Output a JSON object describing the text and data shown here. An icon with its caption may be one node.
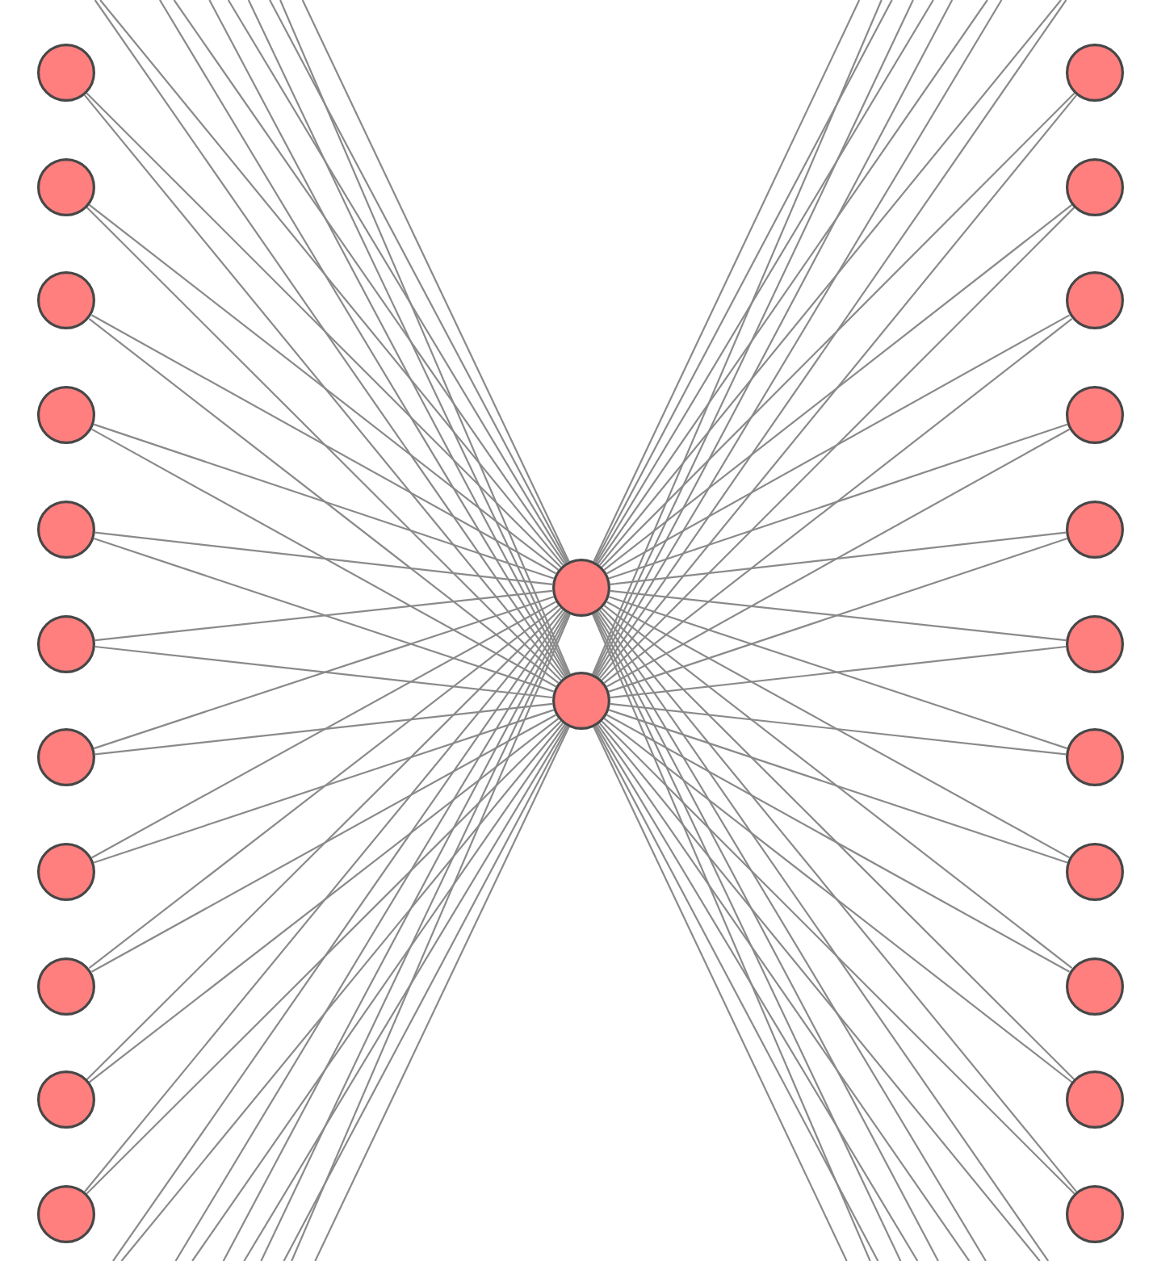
{
  "diagram": {
    "nodes": [
      {
        "text": [],
        "shape": "circle"
      },
      {
        "text": [],
        "shape": "circle"
      },
      {
        "text": [],
        "shape": "circle"
      },
      {
        "text": [],
        "shape": "circle"
      },
      {
        "text": [],
        "shape": "circle"
      },
      {
        "text": [],
        "shape": "circle"
      },
      {
        "text": [],
        "shape": "circle"
      },
      {
        "text": [],
        "shape": "circle"
      },
      {
        "text": [],
        "shape": "circle"
      },
      {
        "text": [],
        "shape": "circle"
      },
      {
        "text": [],
        "shape": "circle"
      },
      {
        "text": [],
        "shape": "circle"
      },
      {
        "text": [],
        "shape": "circle"
      },
      {
        "text": [],
        "shape": "circle"
      },
      {
        "text": [],
        "shape": "circle"
      },
      {
        "text": [],
        "shape": "circle"
      },
      {
        "text": [],
        "shape": "circle"
      },
      {
        "text": [],
        "shape": "circle"
      },
      {
        "text": [],
        "shape": "circle"
      },
      {
        "text": [],
        "shape": "circle"
      },
      {
        "text": [],
        "shape": "circle"
      },
      {
        "text": [],
        "shape": "circle"
      },
      {
        "text": [],
        "shape": "circle"
      },
      {
        "text": [],
        "shape": "circle"
      }
    ],
    "edges": [
      {
        "from": null,
        "to": 11,
        "arrow": "none"
      },
      {
        "from": null,
        "to": 12,
        "arrow": "none"
      },
      {
        "from": null,
        "to": 11,
        "arrow": "none"
      },
      {
        "from": null,
        "to": 12,
        "arrow": "none"
      },
      {
        "from": null,
        "to": 11,
        "arrow": "none"
      },
      {
        "from": null,
        "to": 12,
        "arrow": "none"
      },
      {
        "from": null,
        "to": 11,
        "arrow": "none"
      },
      {
        "from": null,
        "to": 12,
        "arrow": "none"
      },
      {
        "from": null,
        "to": 11,
        "arrow": "none"
      },
      {
        "from": null,
        "to": 12,
        "arrow": "none"
      },
      {
        "from": 0,
        "to": 11,
        "arrow": "none"
      },
      {
        "from": 0,
        "to": 12,
        "arrow": "none"
      },
      {
        "from": 1,
        "to": 11,
        "arrow": "none"
      },
      {
        "from": 1,
        "to": 12,
        "arrow": "none"
      },
      {
        "from": 2,
        "to": 11,
        "arrow": "none"
      },
      {
        "from": 2,
        "to": 12,
        "arrow": "none"
      },
      {
        "from": 3,
        "to": 11,
        "arrow": "none"
      },
      {
        "from": 3,
        "to": 12,
        "arrow": "none"
      },
      {
        "from": 4,
        "to": 11,
        "arrow": "none"
      },
      {
        "from": 4,
        "to": 12,
        "arrow": "none"
      },
      {
        "from": 5,
        "to": 11,
        "arrow": "none"
      },
      {
        "from": 5,
        "to": 12,
        "arrow": "none"
      },
      {
        "from": 6,
        "to": 11,
        "arrow": "none"
      },
      {
        "from": 6,
        "to": 12,
        "arrow": "none"
      },
      {
        "from": 7,
        "to": 11,
        "arrow": "none"
      },
      {
        "from": 7,
        "to": 12,
        "arrow": "none"
      },
      {
        "from": 8,
        "to": 11,
        "arrow": "none"
      },
      {
        "from": 8,
        "to": 12,
        "arrow": "none"
      },
      {
        "from": 9,
        "to": 11,
        "arrow": "none"
      },
      {
        "from": 9,
        "to": 12,
        "arrow": "none"
      },
      {
        "from": 10,
        "to": 11,
        "arrow": "none"
      },
      {
        "from": 10,
        "to": 12,
        "arrow": "none"
      },
      {
        "from": null,
        "to": 11,
        "arrow": "none"
      },
      {
        "from": null,
        "to": 12,
        "arrow": "none"
      },
      {
        "from": null,
        "to": 11,
        "arrow": "none"
      },
      {
        "from": null,
        "to": 12,
        "arrow": "none"
      },
      {
        "from": null,
        "to": 11,
        "arrow": "none"
      },
      {
        "from": null,
        "to": 12,
        "arrow": "none"
      },
      {
        "from": null,
        "to": 11,
        "arrow": "none"
      },
      {
        "from": null,
        "to": 12,
        "arrow": "none"
      },
      {
        "from": null,
        "to": 11,
        "arrow": "none"
      },
      {
        "from": null,
        "to": 12,
        "arrow": "none"
      },
      {
        "from": 11,
        "to": null,
        "arrow": "none"
      },
      {
        "from": 12,
        "to": null,
        "arrow": "none"
      },
      {
        "from": 11,
        "to": null,
        "arrow": "none"
      },
      {
        "from": 12,
        "to": null,
        "arrow": "none"
      },
      {
        "from": 11,
        "to": null,
        "arrow": "none"
      },
      {
        "from": 12,
        "to": null,
        "arrow": "none"
      },
      {
        "from": 11,
        "to": null,
        "arrow": "none"
      },
      {
        "from": 12,
        "to": null,
        "arrow": "none"
      },
      {
        "from": 11,
        "to": null,
        "arrow": "none"
      },
      {
        "from": 12,
        "to": null,
        "arrow": "none"
      },
      {
        "from": 11,
        "to": 13,
        "arrow": "none"
      },
      {
        "from": 12,
        "to": 13,
        "arrow": "none"
      },
      {
        "from": 11,
        "to": 14,
        "arrow": "none"
      },
      {
        "from": 12,
        "to": 14,
        "arrow": "none"
      },
      {
        "from": 11,
        "to": 15,
        "arrow": "none"
      },
      {
        "from": 12,
        "to": 15,
        "arrow": "none"
      },
      {
        "from": 11,
        "to": 16,
        "arrow": "none"
      },
      {
        "from": 12,
        "to": 16,
        "arrow": "none"
      },
      {
        "from": 11,
        "to": 17,
        "arrow": "none"
      },
      {
        "from": 12,
        "to": 17,
        "arrow": "none"
      },
      {
        "from": 11,
        "to": 18,
        "arrow": "none"
      },
      {
        "from": 12,
        "to": 18,
        "arrow": "none"
      },
      {
        "from": 11,
        "to": 19,
        "arrow": "none"
      },
      {
        "from": 12,
        "to": 19,
        "arrow": "none"
      },
      {
        "from": 11,
        "to": 20,
        "arrow": "none"
      },
      {
        "from": 12,
        "to": 20,
        "arrow": "none"
      },
      {
        "from": 11,
        "to": 21,
        "arrow": "none"
      },
      {
        "from": 12,
        "to": 21,
        "arrow": "none"
      },
      {
        "from": 11,
        "to": 22,
        "arrow": "none"
      },
      {
        "from": 12,
        "to": 22,
        "arrow": "none"
      },
      {
        "from": 11,
        "to": 23,
        "arrow": "none"
      },
      {
        "from": 12,
        "to": 23,
        "arrow": "none"
      },
      {
        "from": 11,
        "to": null,
        "arrow": "none"
      },
      {
        "from": 12,
        "to": null,
        "arrow": "none"
      },
      {
        "from": 11,
        "to": null,
        "arrow": "none"
      },
      {
        "from": 12,
        "to": null,
        "arrow": "none"
      },
      {
        "from": 11,
        "to": null,
        "arrow": "none"
      },
      {
        "from": 12,
        "to": null,
        "arrow": "none"
      },
      {
        "from": 11,
        "to": null,
        "arrow": "none"
      },
      {
        "from": 12,
        "to": null,
        "arrow": "none"
      },
      {
        "from": 11,
        "to": null,
        "arrow": "none"
      },
      {
        "from": 12,
        "to": null,
        "arrow": "none"
      }
    ]
  }
}
